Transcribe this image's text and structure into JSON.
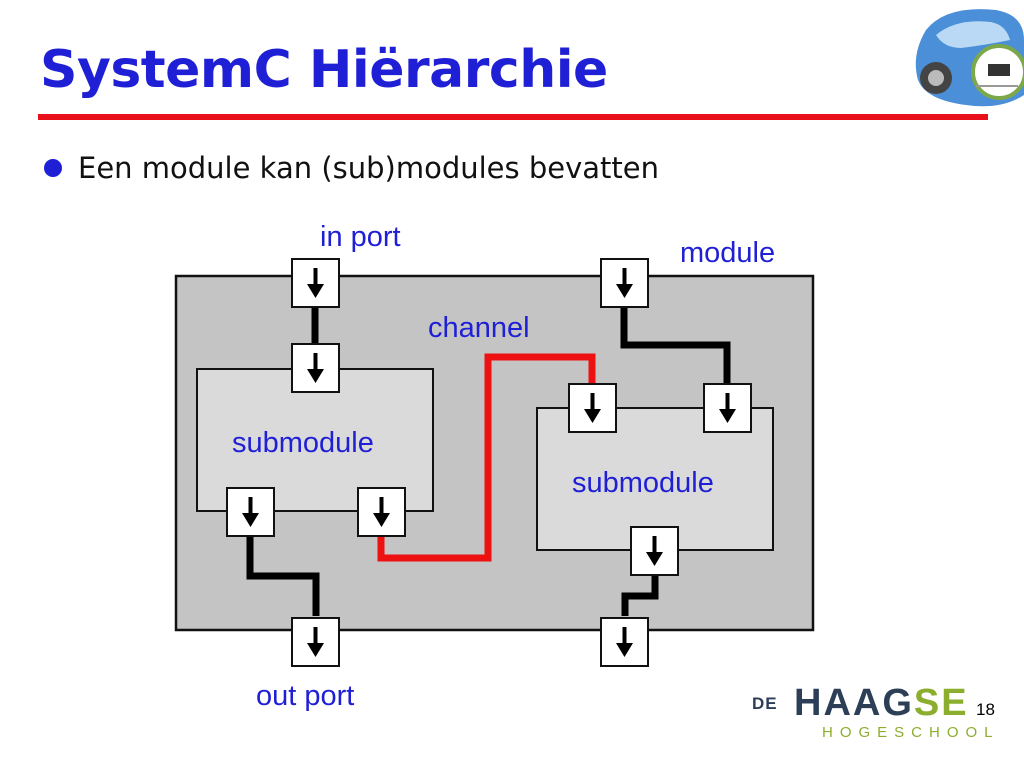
{
  "slide": {
    "title": "SystemC Hiërarchie",
    "bullet": "Een module kan (sub)modules bevatten",
    "slide_number": "18"
  },
  "logo": {
    "prefix": "DE",
    "name_dark": "HAAG",
    "name_green": "SE",
    "subtitle": "HOGESCHOOL"
  },
  "diagram": {
    "labels": {
      "in_port": "in port",
      "module": "module",
      "channel": "channel",
      "submodule_left": "submodule",
      "submodule_right": "submodule",
      "out_port": "out port"
    },
    "colors": {
      "label_text": "#1f1fd6",
      "module_fill": "#c4c4c4",
      "submodule_fill": "#dadada",
      "channel_highlight": "#ee1111",
      "wire": "#000000"
    }
  },
  "colors": {
    "title": "#1f1fd6",
    "title_rule": "#e8101a",
    "logo_dark": "#2d3f57",
    "logo_green": "#8cae2e"
  }
}
